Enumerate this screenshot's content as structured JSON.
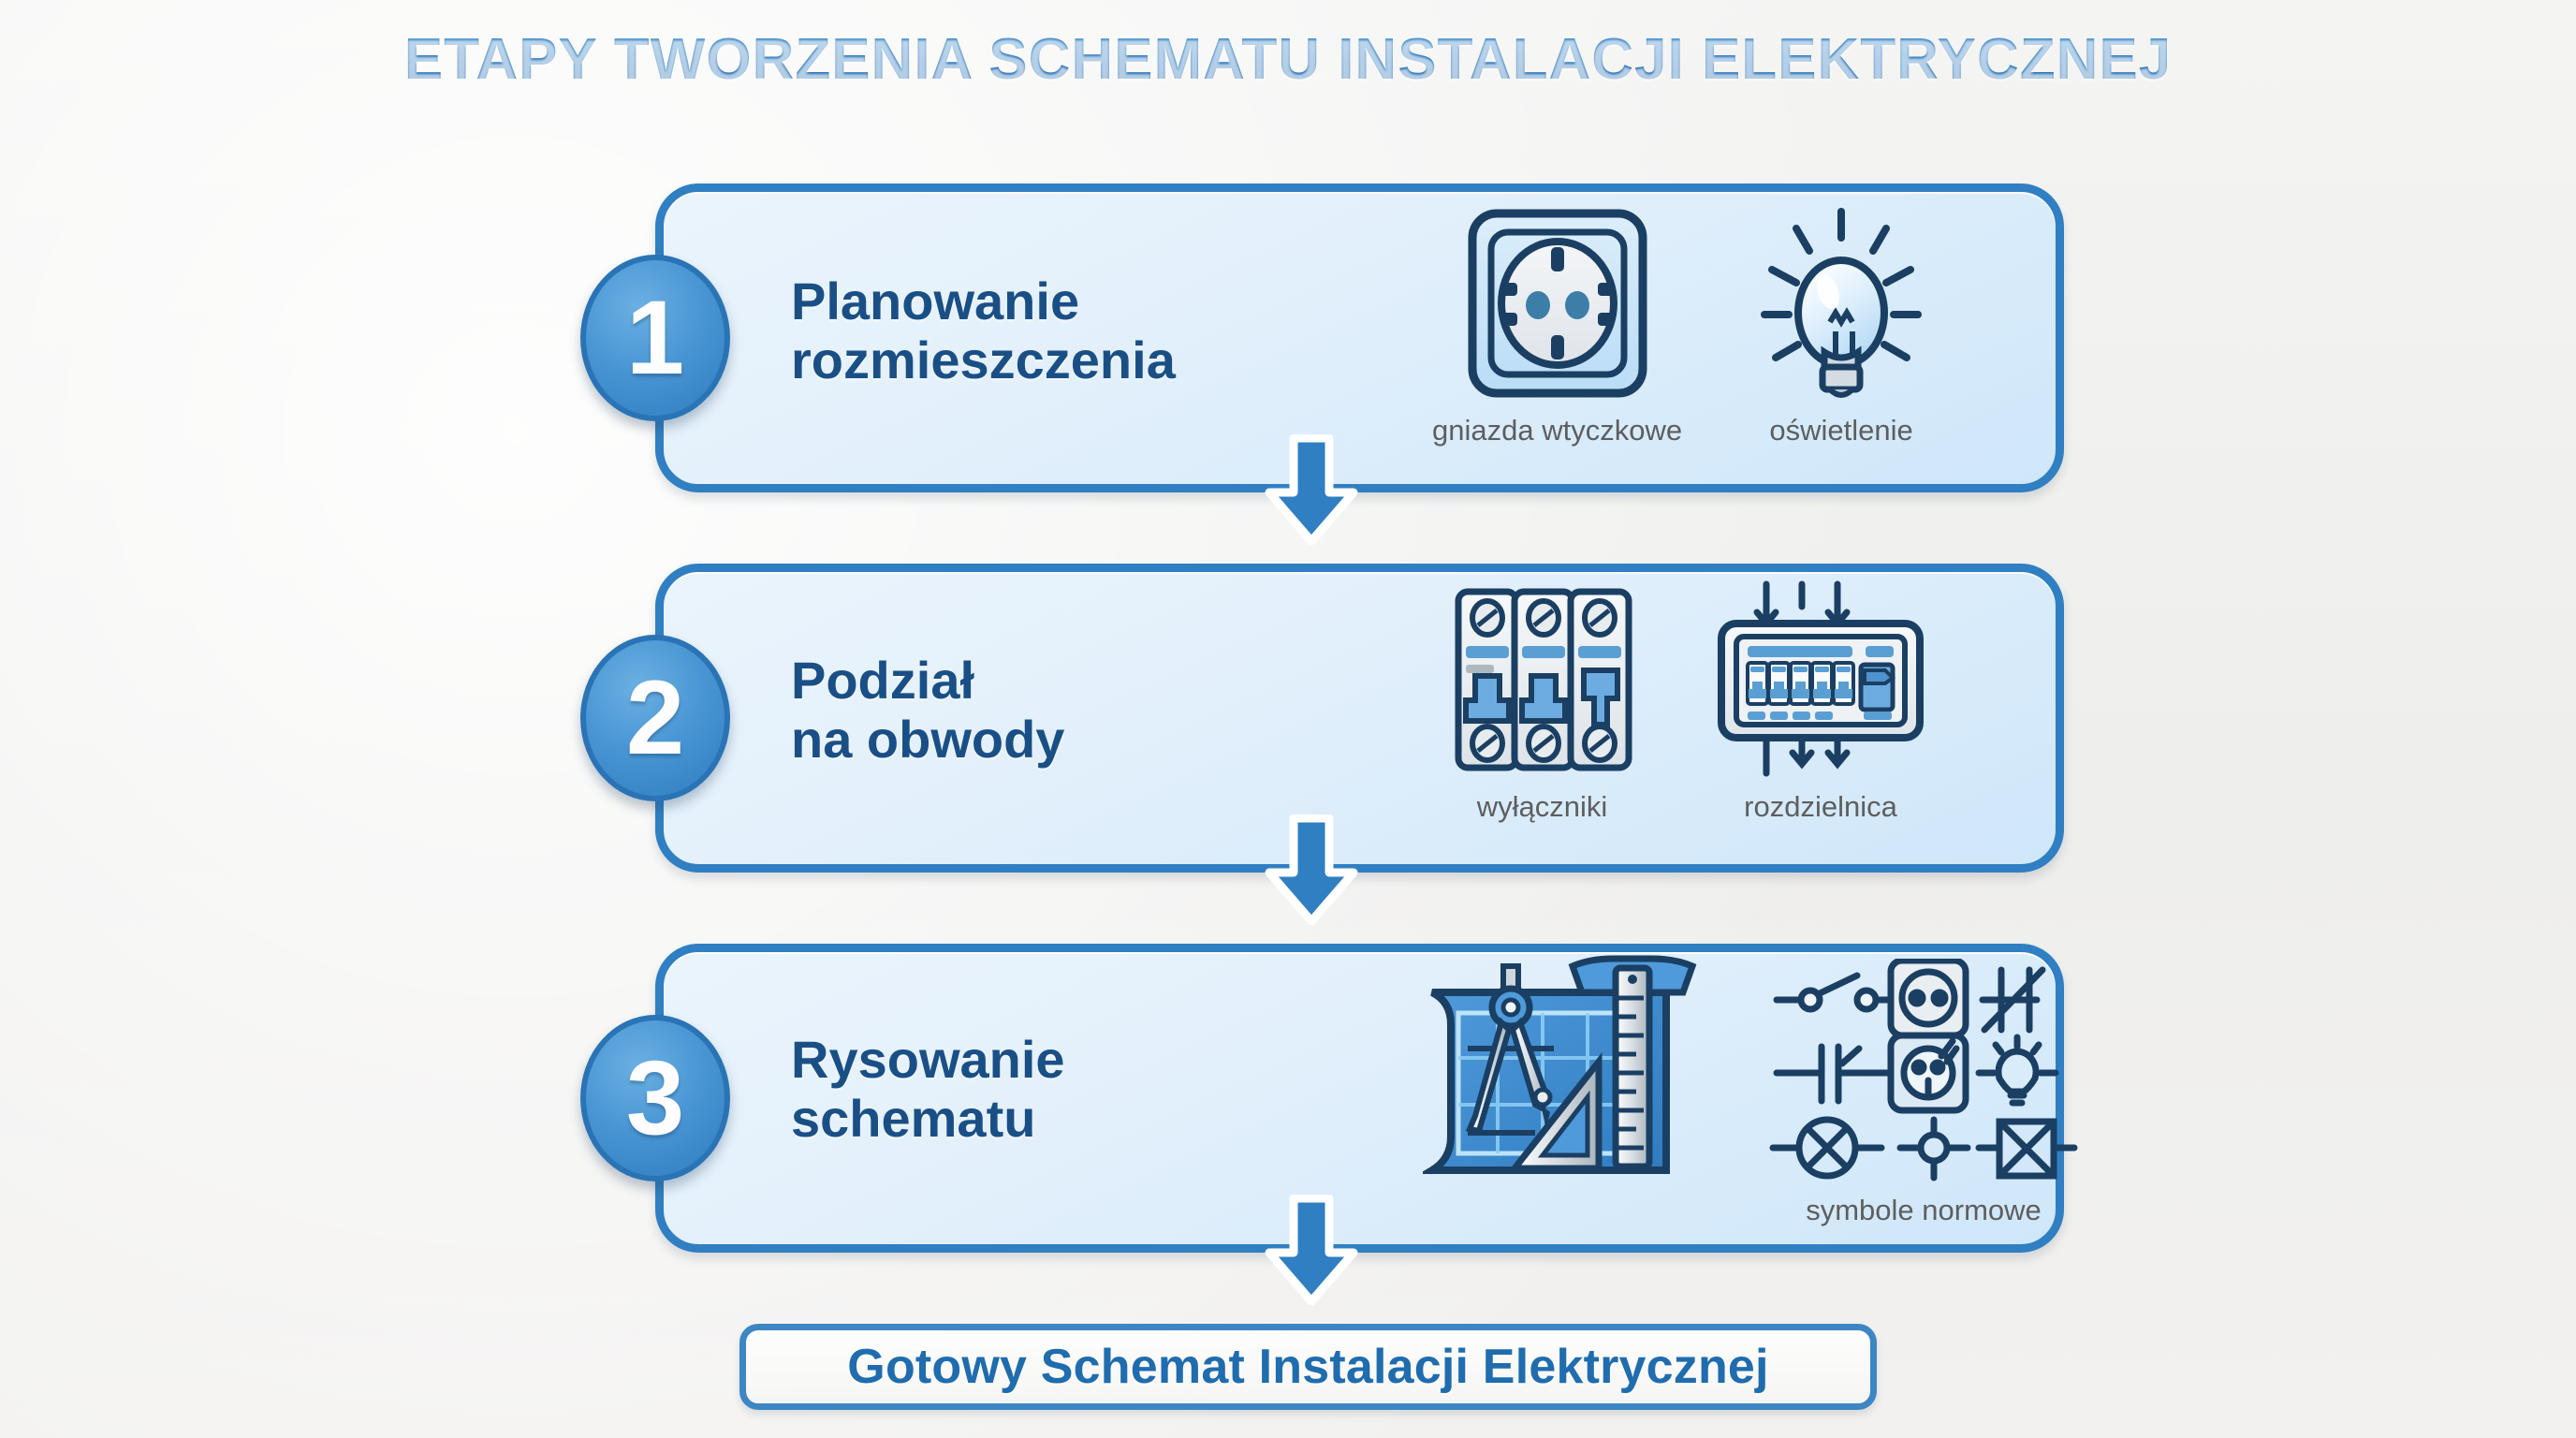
{
  "header": {
    "title": "ETAPY TWORZENIA SCHEMATU INSTALACJI ELEKTRYCZNEJ",
    "title_color": "#2d7cc1"
  },
  "theme": {
    "background": "#f1f1f0",
    "card_border": "#2f7fc2",
    "card_fill_light": "#eaf4fc",
    "card_fill_deep": "#cfe7fa",
    "badge_blue": "#2e7cc0",
    "text_dark_blue": "#1a4f86",
    "caption_grey": "#5e5e5e",
    "arrow_blue": "#2d7cc1",
    "symbol_navy": "#1b3f63"
  },
  "steps": [
    {
      "number": "1",
      "title": "Planowanie\nrozmieszczenia",
      "icons": [
        {
          "name": "wall-socket-icon",
          "caption": "gniazda wtyczkowe"
        },
        {
          "name": "light-bulb-icon",
          "caption": "oświetlenie"
        }
      ]
    },
    {
      "number": "2",
      "title": "Podział\nna obwody",
      "icons": [
        {
          "name": "circuit-breakers-icon",
          "caption": "wyłączniki"
        },
        {
          "name": "distribution-board-icon",
          "caption": "rozdzielnica"
        }
      ]
    },
    {
      "number": "3",
      "title": "Rysowanie\nschematu",
      "icons": [
        {
          "name": "blueprint-drafting-icon",
          "caption": ""
        },
        {
          "name": "standard-symbols-grid-icon",
          "caption": "symbole normowe"
        }
      ]
    }
  ],
  "connectors": [
    {
      "name": "arrow-step1-to-step2",
      "direction": "down"
    },
    {
      "name": "arrow-step2-to-step3",
      "direction": "down"
    },
    {
      "name": "arrow-step3-to-result",
      "direction": "down"
    }
  ],
  "result": {
    "label": "Gotowy Schemat Instalacji Elektrycznej"
  },
  "symbol_grid": [
    "switch-symbol",
    "socket-outlet-symbol",
    "crossing-conductors-symbol",
    "push-button-symbol",
    "schuko-socket-symbol",
    "lamp-symbol",
    "luminaire-cross-symbol",
    "junction-point-symbol",
    "device-box-symbol"
  ]
}
